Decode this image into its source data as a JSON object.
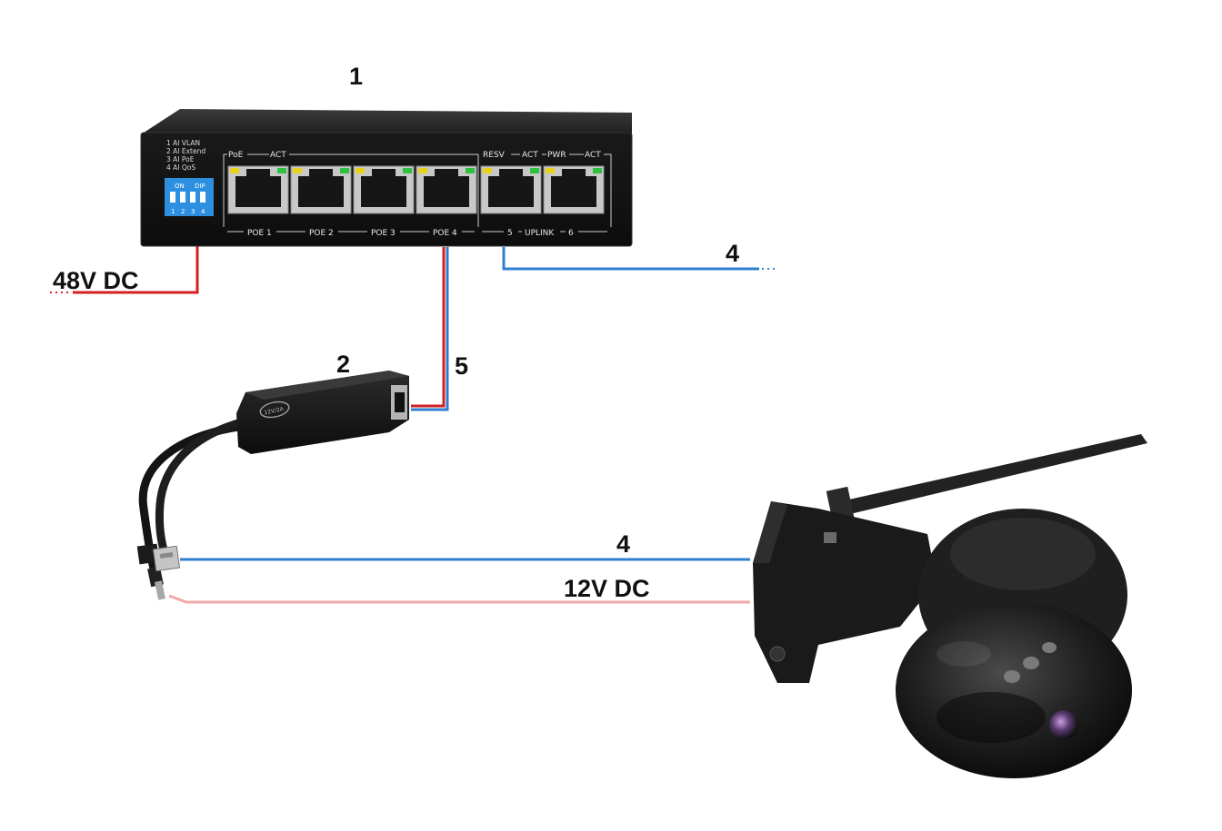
{
  "labels": {
    "switch_number": "1",
    "splitter_number": "2",
    "uplink_cable_number": "4",
    "camera_cable_number": "4",
    "poe_cable_number": "5",
    "switch_power": "48V DC",
    "camera_power": "12V DC"
  },
  "switch": {
    "dip_legend": [
      "1 AI VLAN",
      "2 AI Extend",
      "3 AI PoE",
      "4 AI QoS"
    ],
    "dip_on": "ON",
    "dip_title": "DIP",
    "dip_numbers": [
      "1",
      "2",
      "3",
      "4"
    ],
    "poe_group_header_left": "PoE",
    "poe_group_header_right": "ACT",
    "resv_label": "RESV",
    "resv_act": "ACT",
    "pwr_label": "PWR",
    "pwr_act": "ACT",
    "poe_ports": [
      "POE 1",
      "POE 2",
      "POE 3",
      "POE 4"
    ],
    "uplink_left": "5",
    "uplink_label": "UPLINK",
    "uplink_right": "6"
  },
  "splitter": {
    "badge": "12V/2A"
  },
  "colors": {
    "power_cable": "#d42020",
    "network_cable": "#2f7fd0",
    "camera_power_cable": "#f0a8a8",
    "device_body": "#1c1c1c"
  }
}
